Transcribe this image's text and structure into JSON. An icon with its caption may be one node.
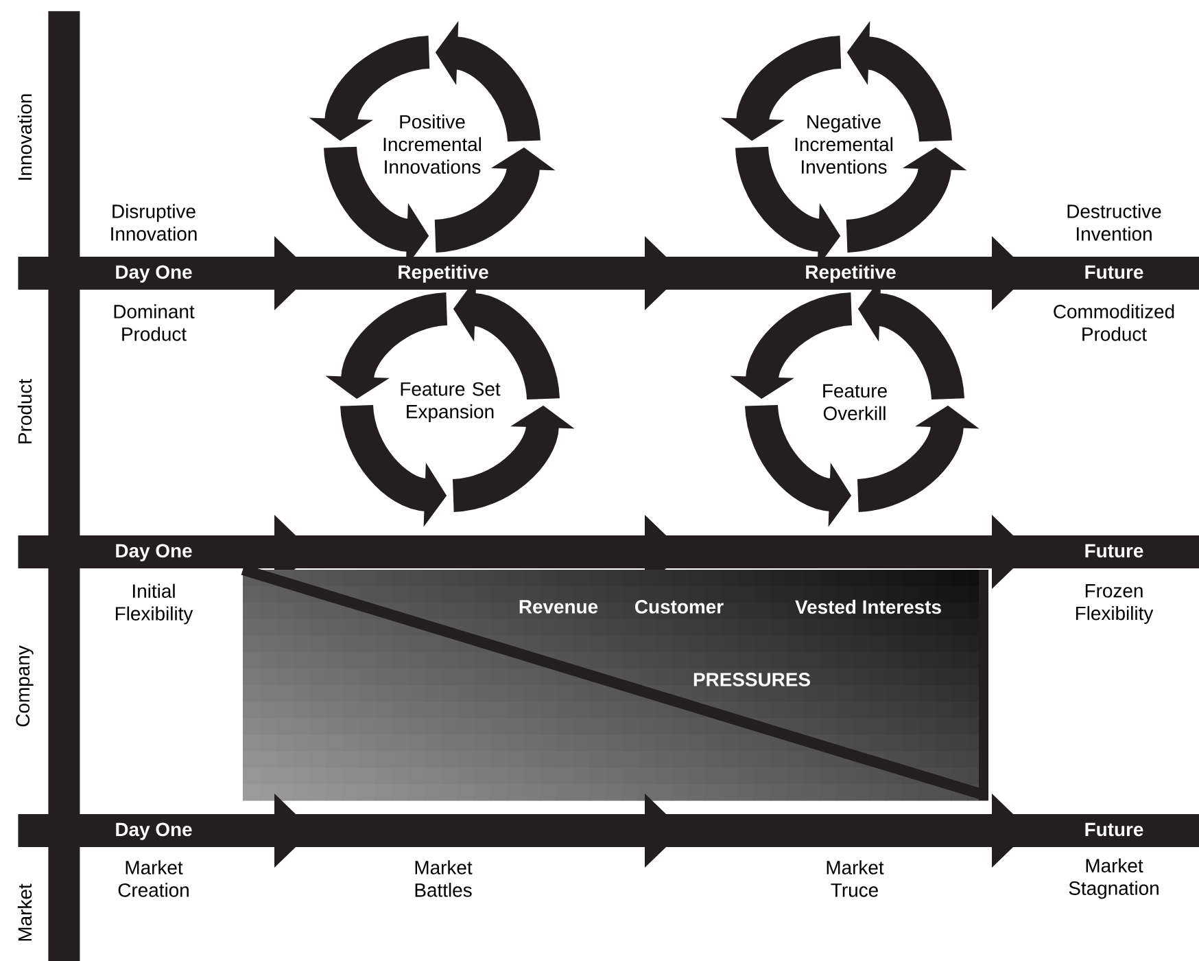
{
  "diagram": {
    "nodes": [
      {
        "text": [
          "Day One",
          "Repetitive",
          "Repetitive",
          "Future"
        ]
      },
      {
        "text": [
          "Positive Incremental Innovations"
        ]
      },
      {
        "text": [
          "Negative Incremental Inventions"
        ]
      },
      {
        "text": [
          "Feature Set Expansion"
        ]
      },
      {
        "text": [
          "Feature Overkill"
        ]
      },
      {
        "text": [
          "Day One",
          "Future"
        ]
      },
      {
        "text": [
          "Revenue",
          "Customer",
          "Vested Interests",
          "PRESSURES"
        ]
      },
      {
        "text": [
          "Day One",
          "Future"
        ]
      },
      {
        "text": [],
        "shape": "bar"
      }
    ],
    "labels": [
      "Innovation",
      "Disruptive Innovation",
      "Destructive Invention",
      "Dominant Product",
      "Commoditized Product",
      "Product",
      "Initial Flexibility",
      "Frozen Flexibility",
      "Company",
      "Market Creation",
      "Market Battles",
      "Market Truce",
      "Market Stagnation",
      "Market"
    ]
  }
}
